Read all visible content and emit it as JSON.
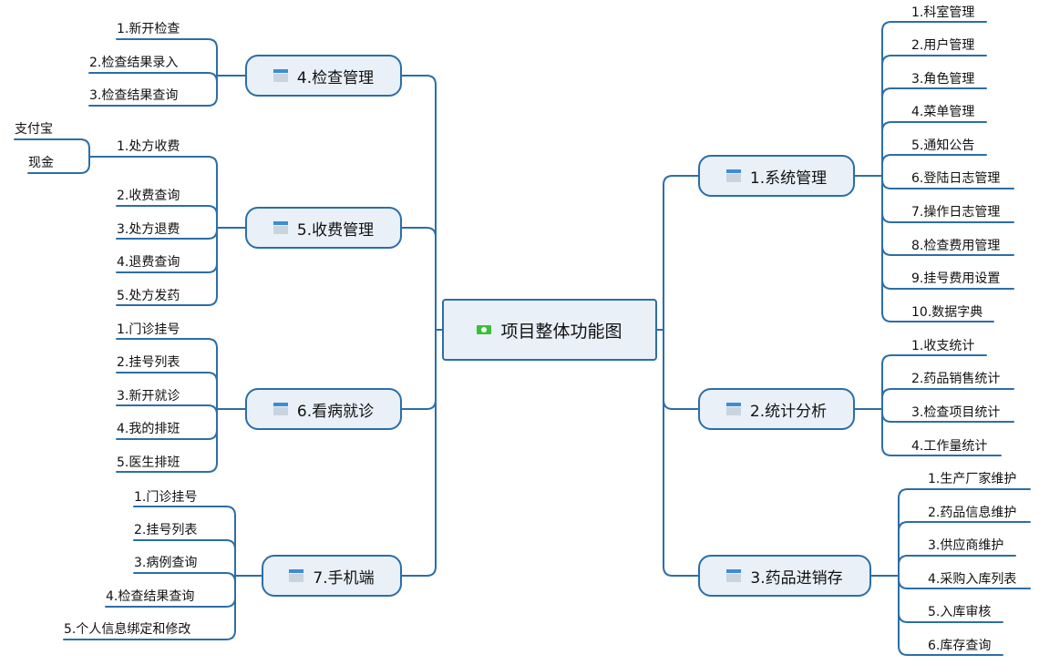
{
  "center": {
    "label": "项目整体功能图"
  },
  "branches": {
    "b1": {
      "label": "1.系统管理",
      "items": [
        "1.科室管理",
        "2.用户管理",
        "3.角色管理",
        "4.菜单管理",
        "5.通知公告",
        "6.登陆日志管理",
        "7.操作日志管理",
        "8.检查费用管理",
        "9.挂号费用设置",
        "10.数据字典"
      ]
    },
    "b2": {
      "label": "2.统计分析",
      "items": [
        "1.收支统计",
        "2.药品销售统计",
        "3.检查项目统计",
        "4.工作量统计"
      ]
    },
    "b3": {
      "label": "3.药品进销存",
      "items": [
        "1.生产厂家维护",
        "2.药品信息维护",
        "3.供应商维护",
        "4.采购入库列表",
        "5.入库审核",
        "6.库存查询"
      ]
    },
    "b4": {
      "label": "4.检查管理",
      "items": [
        "1.新开检查",
        "2.检查结果录入",
        "3.检查结果查询"
      ]
    },
    "b5": {
      "label": "5.收费管理",
      "items": [
        "1.处方收费",
        "2.收费查询",
        "3.处方退费",
        "4.退费查询",
        "5.处方发药"
      ],
      "sub": [
        "支付宝",
        "现金"
      ]
    },
    "b6": {
      "label": "6.看病就诊",
      "items": [
        "1.门诊挂号",
        "2.挂号列表",
        "3.新开就诊",
        "4.我的排班",
        "5.医生排班"
      ]
    },
    "b7": {
      "label": "7.手机端",
      "items": [
        "1.门诊挂号",
        "2.挂号列表",
        "3.病例查询",
        "4.检查结果查询",
        "5.个人信息绑定和修改"
      ]
    }
  },
  "colors": {
    "line": "#2c6ea8",
    "node_fill": "#e9f0f8",
    "icon_bar": "#3d8cd6",
    "icon_center": "#3bbf3b"
  }
}
